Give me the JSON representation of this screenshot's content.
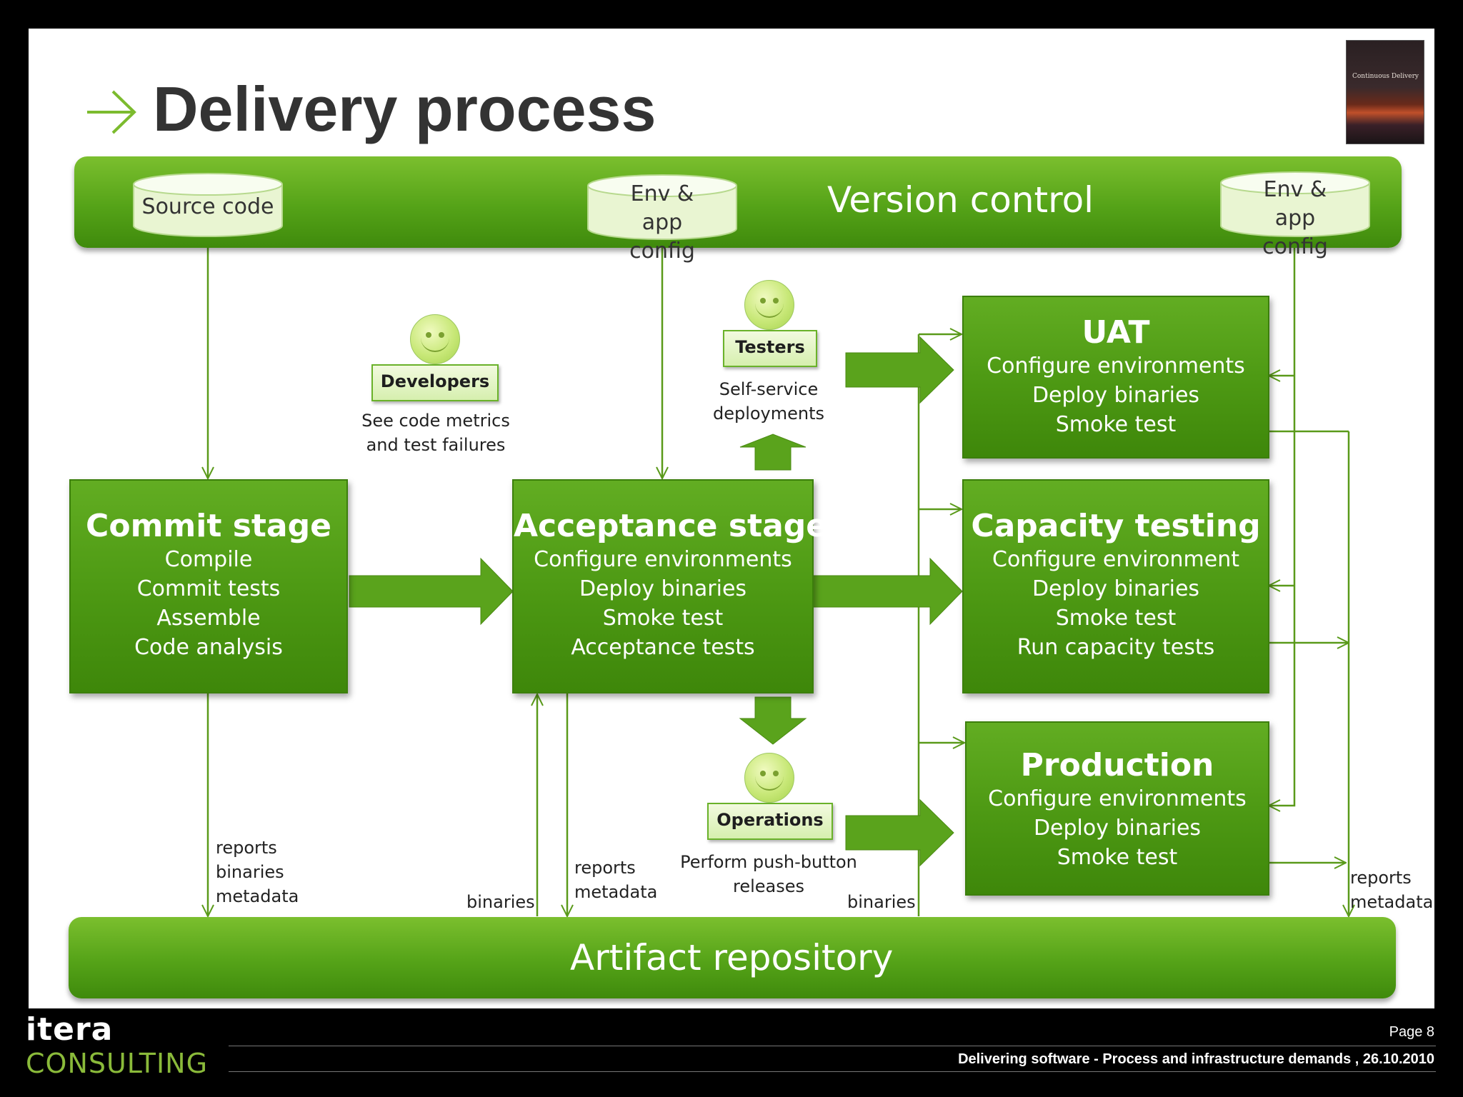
{
  "title": "Delivery process",
  "version_control": {
    "label": "Version control",
    "source_code": "Source code",
    "env_config_1": "Env & app config",
    "env_config_2": "Env & app config"
  },
  "artifact_repository": "Artifact repository",
  "stages": {
    "commit": {
      "title": "Commit stage",
      "lines": [
        "Compile",
        "Commit tests",
        "Assemble",
        "Code analysis"
      ]
    },
    "acceptance": {
      "title": "Acceptance stage",
      "lines": [
        "Configure environments",
        "Deploy binaries",
        "Smoke test",
        "Acceptance tests"
      ]
    },
    "uat": {
      "title": "UAT",
      "lines": [
        "Configure environments",
        "Deploy binaries",
        "Smoke test"
      ]
    },
    "capacity": {
      "title": "Capacity testing",
      "lines": [
        "Configure environment",
        "Deploy binaries",
        "Smoke test",
        "Run capacity tests"
      ]
    },
    "production": {
      "title": "Production",
      "lines": [
        "Configure environments",
        "Deploy binaries",
        "Smoke test"
      ]
    }
  },
  "roles": {
    "developers": {
      "label": "Developers",
      "caption": [
        "See code metrics",
        "and test failures"
      ]
    },
    "testers": {
      "label": "Testers",
      "caption": [
        "Self-service",
        "deployments"
      ]
    },
    "operations": {
      "label": "Operations",
      "caption": [
        "Perform push-button",
        "releases"
      ]
    }
  },
  "flow_labels": {
    "commit_out": [
      "reports",
      "binaries",
      "metadata"
    ],
    "acceptance_in": "binaries",
    "acceptance_out": [
      "reports",
      "metadata"
    ],
    "downstream_in": "binaries",
    "downstream_out": [
      "reports",
      "metadata"
    ]
  },
  "book_cover": "Continuous Delivery",
  "footer": {
    "logo_top": "itera",
    "logo_bottom": "CONSULTING",
    "page": "Page 8",
    "text": "Delivering software - Process and infrastructure demands , 26.10.2010"
  },
  "colors": {
    "accent": "#5aa31c",
    "connector": "#5a9a1a"
  }
}
